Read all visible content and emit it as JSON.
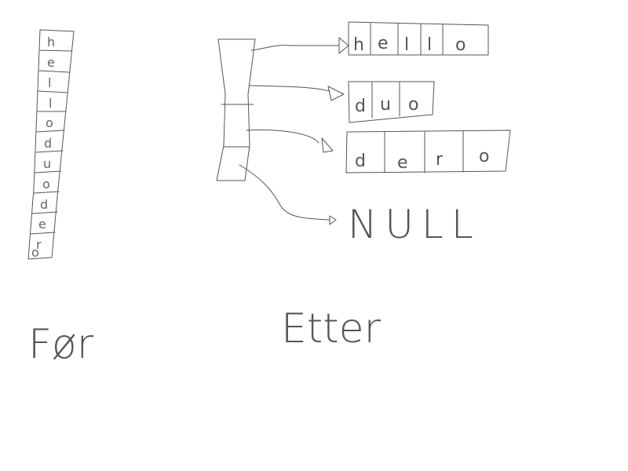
{
  "colors": {
    "ink": "#555555",
    "background": "#ffffff"
  },
  "left_column": {
    "chars": [
      "h",
      "e",
      "l",
      "l",
      "o",
      "d",
      "u",
      "o",
      "d",
      "e",
      "r",
      "o"
    ]
  },
  "strings": [
    {
      "chars": [
        "h",
        "e",
        "l",
        "l",
        "o"
      ]
    },
    {
      "chars": [
        "d",
        "u",
        "o"
      ]
    },
    {
      "chars": [
        "d",
        "e",
        "r",
        "o"
      ]
    }
  ],
  "null_label": "NULL",
  "captions": {
    "before": "Før",
    "after": "Etter"
  }
}
